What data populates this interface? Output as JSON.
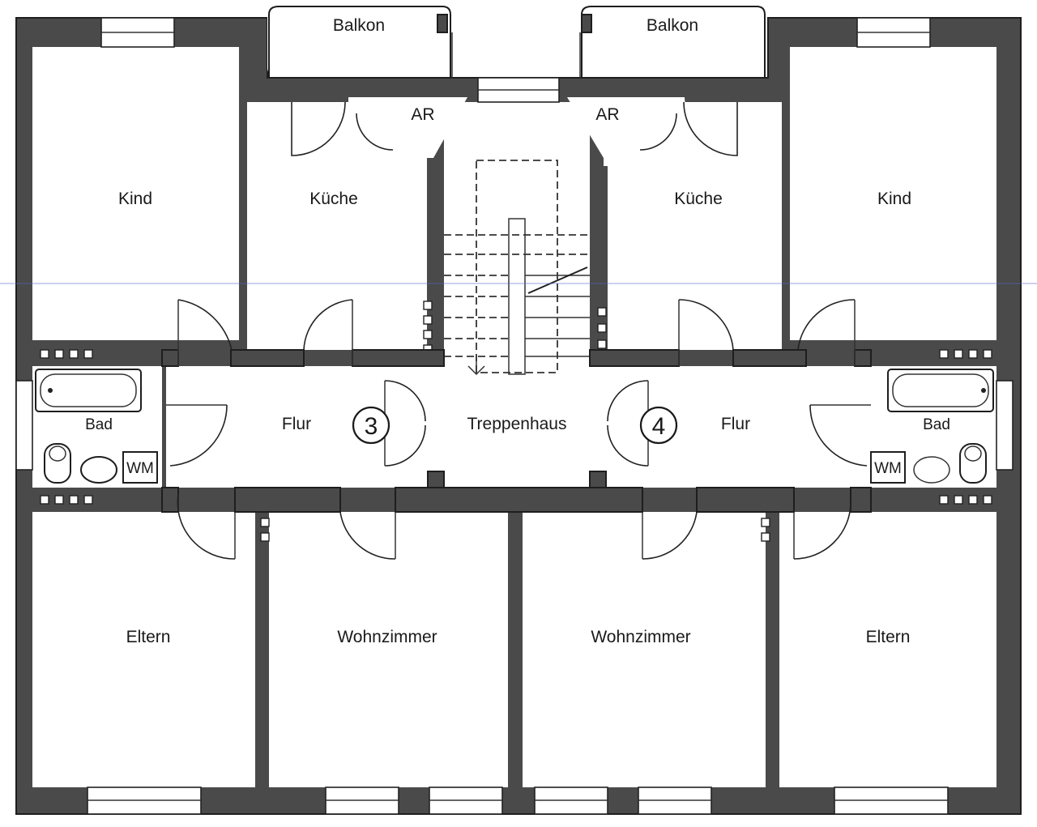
{
  "rooms": {
    "balkon_left": "Balkon",
    "balkon_right": "Balkon",
    "ar_left": "AR",
    "ar_right": "AR",
    "kind_left": "Kind",
    "kind_right": "Kind",
    "kueche_left": "Küche",
    "kueche_right": "Küche",
    "bad_left": "Bad",
    "bad_right": "Bad",
    "wm_left": "WM",
    "wm_right": "WM",
    "flur_left": "Flur",
    "flur_right": "Flur",
    "treppenhaus": "Treppenhaus",
    "eltern_left": "Eltern",
    "eltern_right": "Eltern",
    "wohnzimmer_left": "Wohnzimmer",
    "wohnzimmer_right": "Wohnzimmer"
  },
  "units": {
    "left": "3",
    "right": "4"
  }
}
